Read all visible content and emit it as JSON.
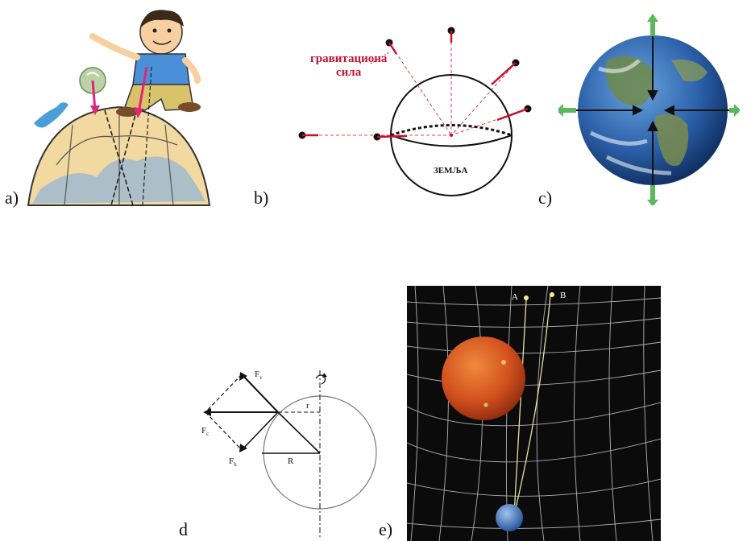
{
  "labels": {
    "a": "a)",
    "b": "b)",
    "c": "c)",
    "d": "d",
    "e": "e)"
  },
  "panel_b": {
    "grav_line1": "гравитациона",
    "grav_line2": "сила",
    "earth": "ЗЕМЉА"
  },
  "panel_d": {
    "fv": "F",
    "fv_sub": "v",
    "fc": "F",
    "fc_sub": "c",
    "fh": "F",
    "fh_sub": "h",
    "r_small": "r",
    "r_big": "R"
  },
  "panel_e": {
    "point_a": "A",
    "point_b": "B"
  },
  "colors": {
    "force_arrow": "#e0267a",
    "grav_label": "#c8102e",
    "green_arrow": "#5cb85c",
    "space": "#0b0b0b",
    "sun": "#d2501e"
  }
}
